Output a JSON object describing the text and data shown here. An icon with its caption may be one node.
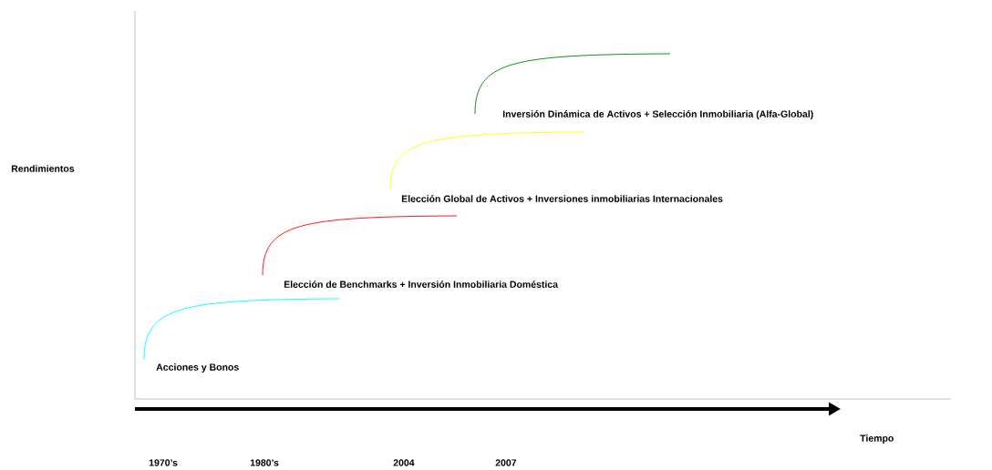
{
  "diagram": {
    "labels": [
      "Inversión Dinámica de Activos +  Selección  Inmobiliaria  (Alfa-Global)",
      "Rendimientos",
      "Elección Global de Activos + Inversiones inmobiliarias Internacionales",
      "Elección de Benchmarks  +  Inversión Inmobiliaria Doméstica",
      "Acciones y Bonos",
      "Tiempo",
      "1970’s",
      "1980’s",
      "2004",
      "2007"
    ]
  }
}
